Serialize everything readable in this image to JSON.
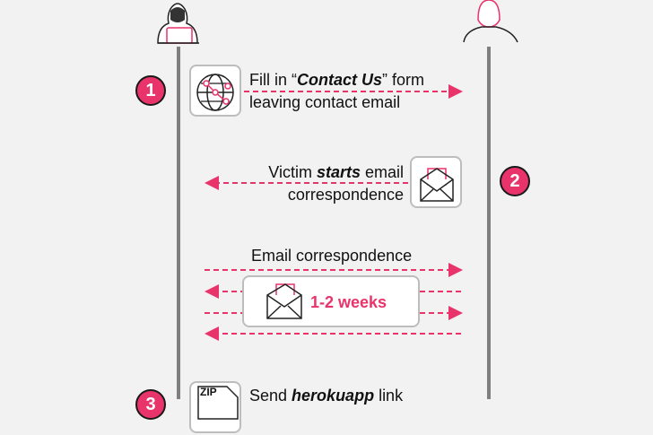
{
  "steps": [
    {
      "number": "1",
      "line1_pre": "Fill in “",
      "line1_em": "Contact Us",
      "line1_post": "” form",
      "line2": "leaving contact email",
      "icon": "globe-network-icon"
    },
    {
      "number": "2",
      "line1_pre": "Victim ",
      "line1_em": "starts",
      "line1_post": " email",
      "line2": "correspondence",
      "icon": "envelope-icon"
    },
    {
      "number": "3",
      "line1_pre": "Send ",
      "line1_em": "herokuapp",
      "line1_post": " link",
      "icon": "zip-file-icon",
      "zip_label": "ZIP"
    }
  ],
  "correspondence": {
    "label": "Email correspondence",
    "duration": "1-2 weeks"
  },
  "actors": [
    {
      "role": "hacker-icon"
    },
    {
      "role": "victim-icon"
    }
  ],
  "colors": {
    "accent": "#e8336b",
    "lifeline": "#7f7f7f",
    "background": "#f2f2f2"
  }
}
